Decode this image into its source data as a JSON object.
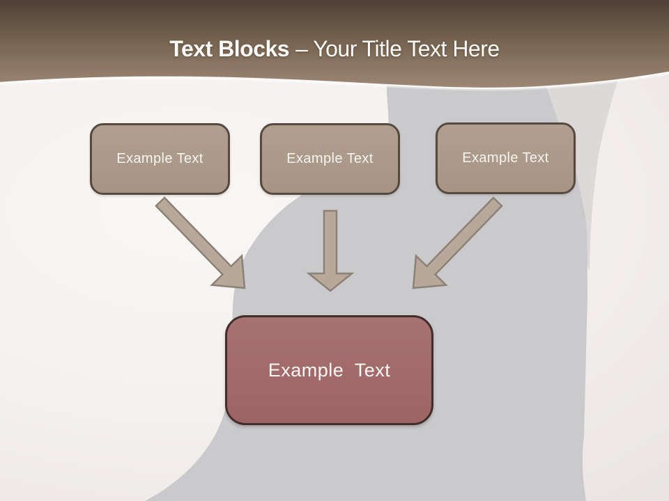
{
  "slide": {
    "header": {
      "title_bold": "Text Blocks",
      "title_rest": "– Your Title Text Here"
    },
    "diagram": {
      "source_blocks": [
        {
          "label": "Example Text"
        },
        {
          "label": "Example Text"
        },
        {
          "label": "Example Text"
        }
      ],
      "arrows": [
        {
          "name": "arrow-diagonal-down-right"
        },
        {
          "name": "arrow-straight-down"
        },
        {
          "name": "arrow-diagonal-down-left"
        }
      ],
      "target_block": {
        "label": "Example Text"
      }
    },
    "colors": {
      "header_top": "#4e4036",
      "header_bottom": "#9d8775",
      "wave_highlight": "#ffffff",
      "source_block_fill": "#ab998a",
      "source_block_border": "#56493f",
      "target_block_fill": "#a26a6a",
      "target_block_border": "#3f2e2a",
      "arrow_fill": "#b7a89a",
      "arrow_stroke": "#8b8177",
      "silhouette_gray": "#cac9cb",
      "silhouette_light_gray": "#dcd9d8",
      "background_light": "#f8f5f3",
      "background_edge": "#e6e1de",
      "text_on_blocks": "#f7f4f1"
    }
  }
}
